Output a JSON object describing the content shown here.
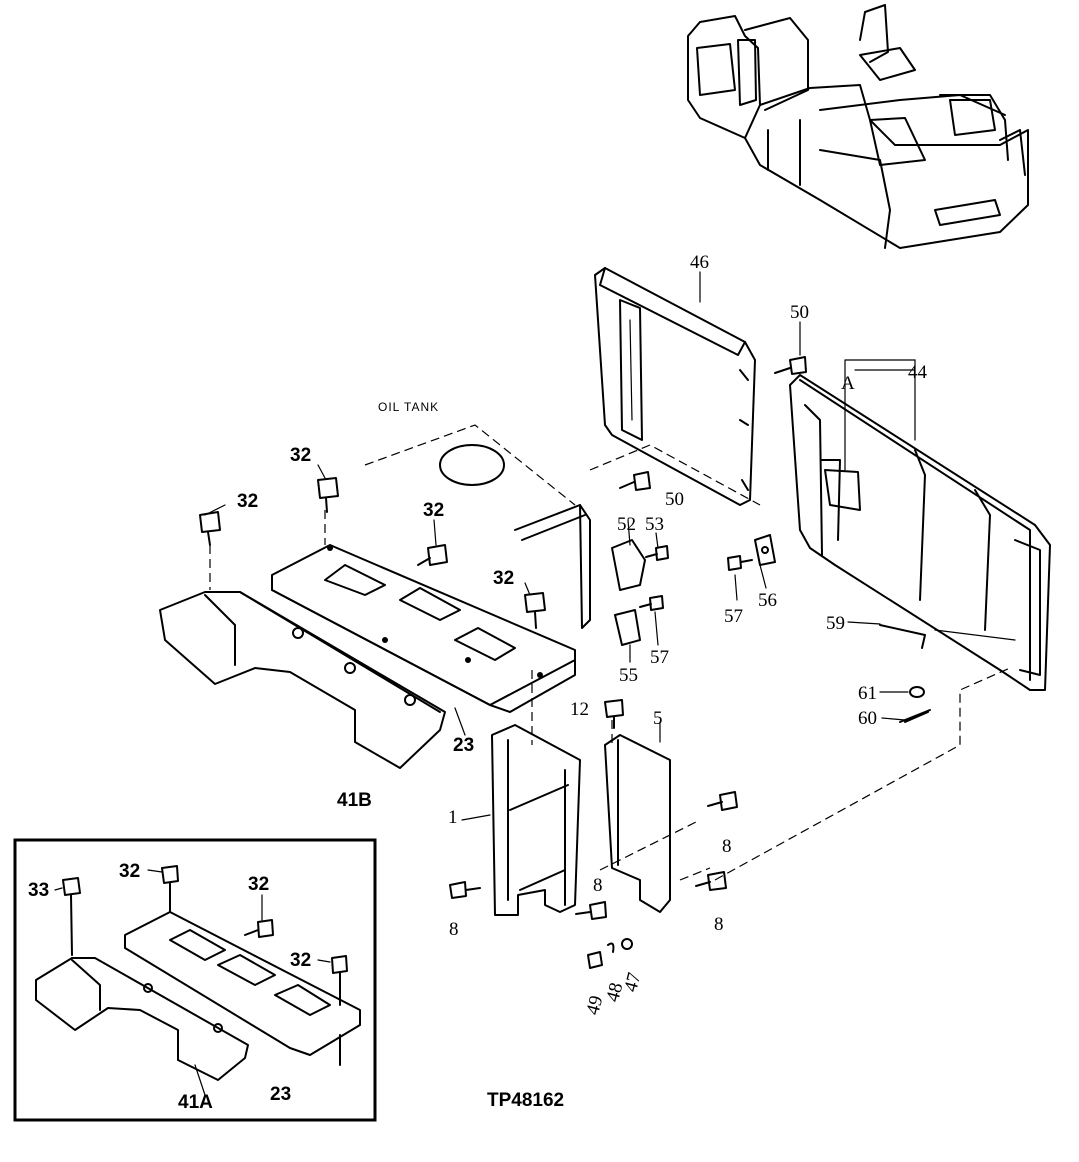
{
  "figure": {
    "id": "TP48162",
    "note_oil_tank": "OIL TANK",
    "detail_marker": "A"
  },
  "callouts": {
    "c1": "1",
    "c5": "5",
    "c8": "8",
    "c12": "12",
    "c23": "23",
    "c32": "32",
    "c33": "33",
    "c41a": "41A",
    "c41b": "41B",
    "c44": "44",
    "c46": "46",
    "c47": "47",
    "c48": "48",
    "c49": "49",
    "c50": "50",
    "c52": "52",
    "c53": "53",
    "c55": "55",
    "c56": "56",
    "c57": "57",
    "c59": "59",
    "c60": "60",
    "c61": "61"
  }
}
